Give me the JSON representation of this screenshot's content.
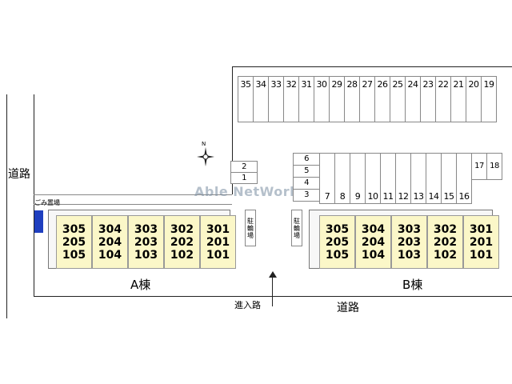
{
  "watermark": "Able NetWork",
  "compass": {
    "north_label": "N"
  },
  "roads": {
    "left": "道路",
    "bottom": "道路",
    "entrance": "進入路"
  },
  "garbage_label": "ごみ置場",
  "bike_parking_label": [
    "駐",
    "輪",
    "場"
  ],
  "buildings": {
    "a": {
      "label": "A棟",
      "units": [
        [
          "305",
          "205",
          "105"
        ],
        [
          "304",
          "204",
          "104"
        ],
        [
          "303",
          "203",
          "103"
        ],
        [
          "302",
          "202",
          "102"
        ],
        [
          "301",
          "201",
          "101"
        ]
      ]
    },
    "b": {
      "label": "B棟",
      "units": [
        [
          "305",
          "205",
          "105"
        ],
        [
          "304",
          "204",
          "104"
        ],
        [
          "303",
          "203",
          "103"
        ],
        [
          "302",
          "202",
          "102"
        ],
        [
          "301",
          "201",
          "101"
        ]
      ]
    }
  },
  "parking": {
    "top_row": [
      "35",
      "34",
      "33",
      "32",
      "31",
      "30",
      "29",
      "28",
      "27",
      "26",
      "25",
      "24",
      "23",
      "22",
      "21",
      "20",
      "19"
    ],
    "left_pair": [
      "2",
      "1"
    ],
    "stack": [
      "6",
      "5",
      "4",
      "3"
    ],
    "middle_row": [
      "7",
      "8",
      "9",
      "10",
      "11",
      "12",
      "13",
      "14",
      "15",
      "16"
    ],
    "right_pair": [
      "17",
      "18"
    ]
  },
  "colors": {
    "unit_fill": "#fbf7c8",
    "garbage": "#1f3fbf",
    "line": "#222222"
  }
}
